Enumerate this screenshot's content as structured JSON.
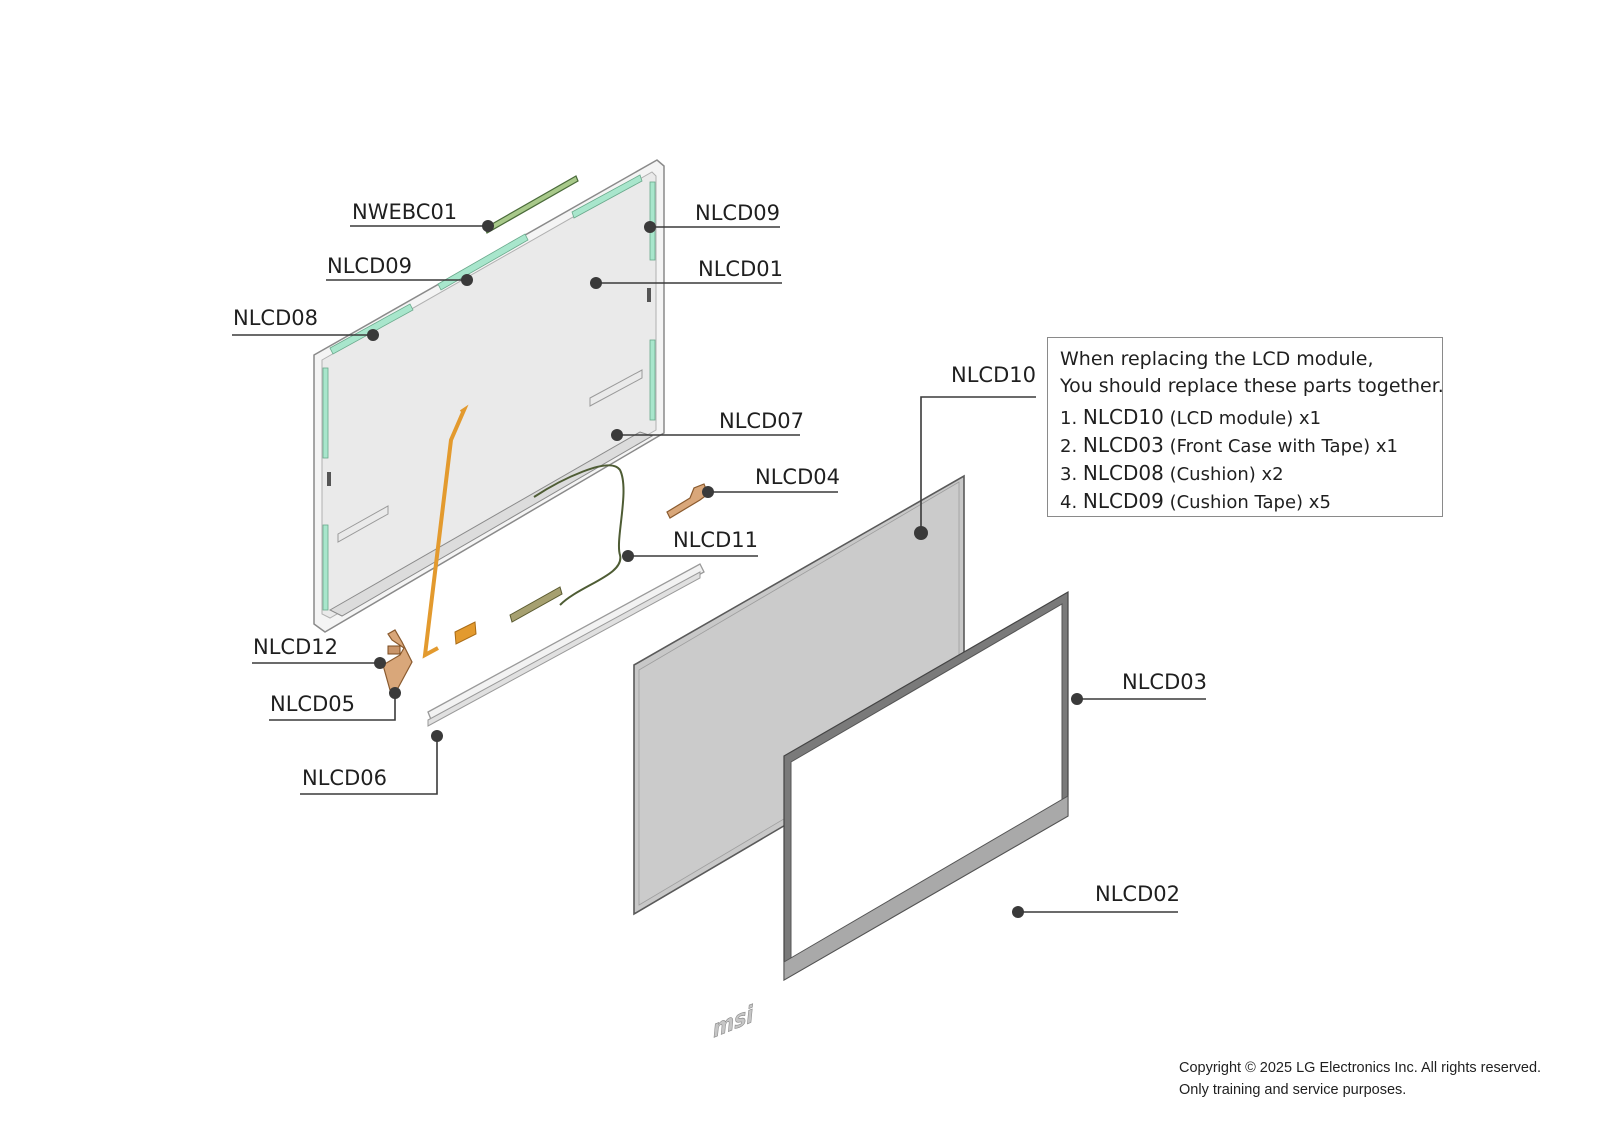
{
  "callouts": {
    "nwebc01": "NWEBC01",
    "nlcd09_top": "NLCD09",
    "nlcd09_left": "NLCD09",
    "nlcd01": "NLCD01",
    "nlcd08": "NLCD08",
    "nlcd10": "NLCD10",
    "nlcd07": "NLCD07",
    "nlcd04": "NLCD04",
    "nlcd11": "NLCD11",
    "nlcd12": "NLCD12",
    "nlcd05": "NLCD05",
    "nlcd06": "NLCD06",
    "nlcd03": "NLCD03",
    "nlcd02": "NLCD02"
  },
  "logo_text": "msi",
  "note": {
    "line1": "When replacing the LCD module,",
    "line2": "You should replace these parts together.",
    "items": [
      {
        "num": "1.",
        "code": "NLCD10",
        "desc": "(LCD module) x1"
      },
      {
        "num": "2.",
        "code": "NLCD03",
        "desc": "(Front Case with Tape) x1"
      },
      {
        "num": "3.",
        "code": "NLCD08",
        "desc": "(Cushion) x2"
      },
      {
        "num": "4.",
        "code": "NLCD09",
        "desc": "(Cushion Tape) x5"
      }
    ]
  },
  "copyright": {
    "line1": "Copyright © 2025 LG Electronics Inc. All rights reserved.",
    "line2": "Only training and service purposes."
  },
  "colors": {
    "cushion_tape": "#a8e6cc",
    "fpc_cable": "#e39a2e",
    "hinge": "#c9956a",
    "lcd_panel": "#c8c8c8",
    "back_cover": "#eaeaea",
    "bezel": "#7a7a7a"
  }
}
